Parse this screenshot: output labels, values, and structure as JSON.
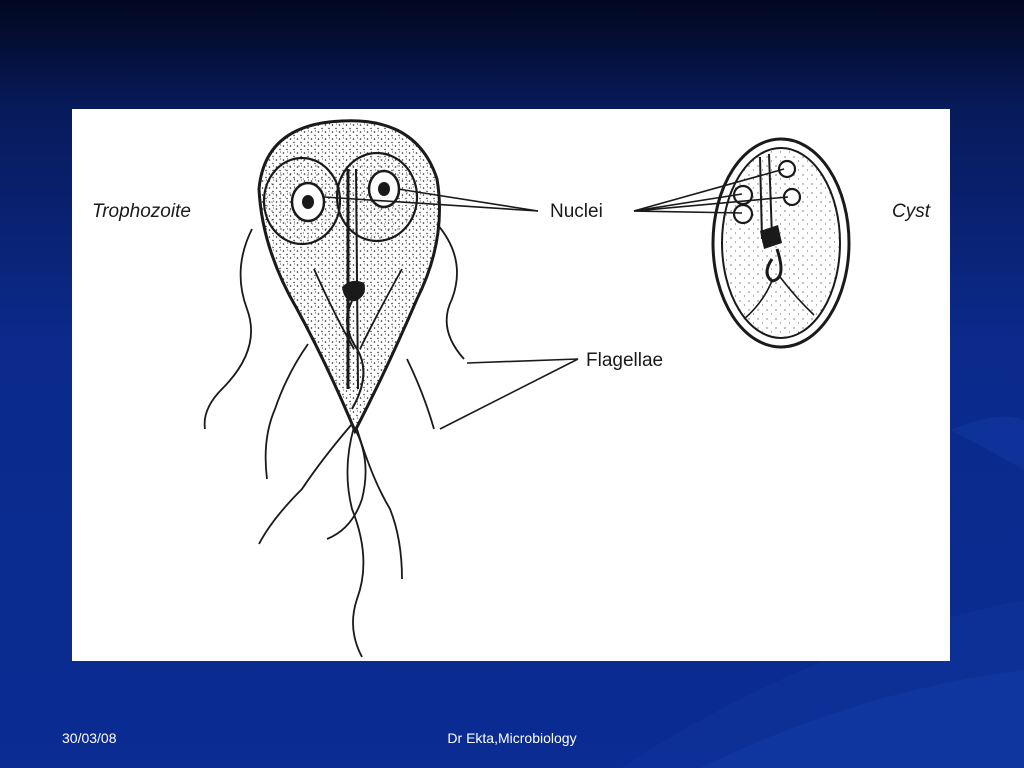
{
  "diagram": {
    "labels": {
      "trophozoite": "Trophozoite",
      "nuclei": "Nuclei",
      "cyst": "Cyst",
      "flagellae": "Flagellae"
    }
  },
  "footer": {
    "date": "30/03/08",
    "author": "Dr Ekta,Microbiology"
  },
  "colors": {
    "background": "#0a2c93",
    "panel": "#ffffff",
    "ink": "#1a1a1a"
  }
}
